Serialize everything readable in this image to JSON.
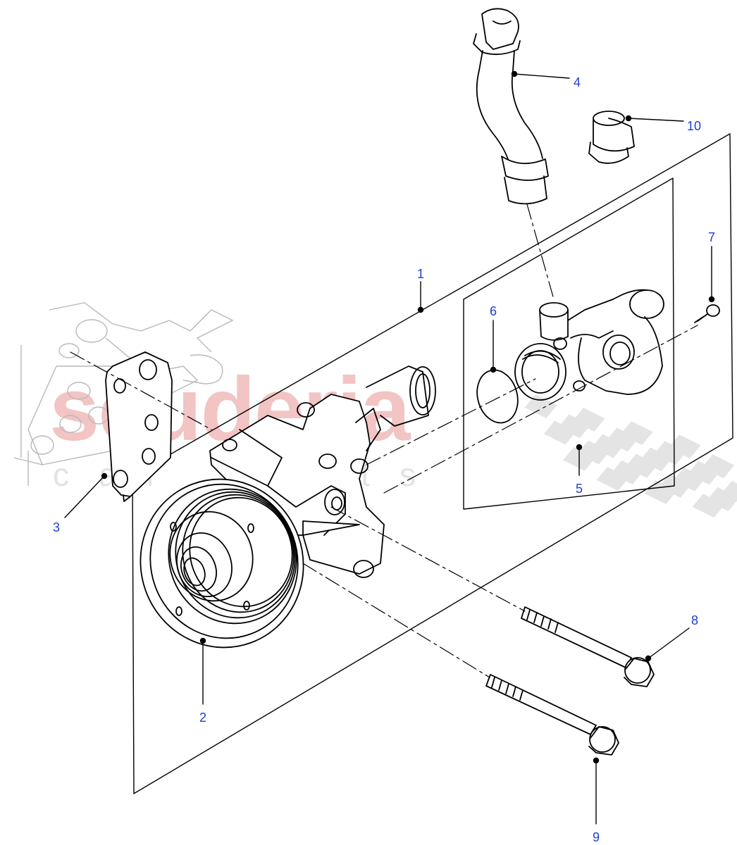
{
  "watermark": {
    "main_text": "scuderia",
    "sub_text": "car parts",
    "main_color": "#f2c4c4",
    "sub_color": "#e3e3e3",
    "checker_color": "#e2e2e2"
  },
  "colors": {
    "line": "#000000",
    "ghost_line": "#b8b8b8",
    "callout_number": "#1f3fd6"
  },
  "callouts": [
    {
      "id": "1",
      "label": "1"
    },
    {
      "id": "2",
      "label": "2"
    },
    {
      "id": "3",
      "label": "3"
    },
    {
      "id": "4",
      "label": "4"
    },
    {
      "id": "5",
      "label": "5"
    },
    {
      "id": "6",
      "label": "6"
    },
    {
      "id": "7",
      "label": "7"
    },
    {
      "id": "8",
      "label": "8"
    },
    {
      "id": "9",
      "label": "9"
    },
    {
      "id": "10",
      "label": "10"
    }
  ]
}
